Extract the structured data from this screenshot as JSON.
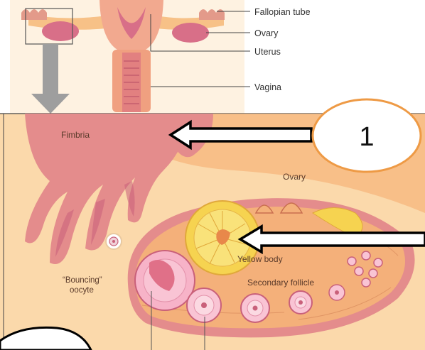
{
  "top_labels": {
    "fallopian_tube": "Fallopian tube",
    "ovary": "Ovary",
    "uterus": "Uterus",
    "vagina": "Vagina"
  },
  "detail_labels": {
    "fimbria": "Fimbria",
    "ovary": "Ovary",
    "yellow_body": "Yellow body",
    "secondary_follicle": "Secondary follicle",
    "bouncing_oocyte_line1": "“Bouncing”",
    "bouncing_oocyte_line2": "oocyte"
  },
  "callout": {
    "number": "1"
  },
  "colors": {
    "tissue_pink": "#e48c8c",
    "tissue_dark": "#c9607a",
    "background_peach": "#fbd7a6",
    "ovary_orange": "#f4b07a",
    "follicle_yellow": "#f6d350",
    "callout_border": "#ee9a45"
  }
}
